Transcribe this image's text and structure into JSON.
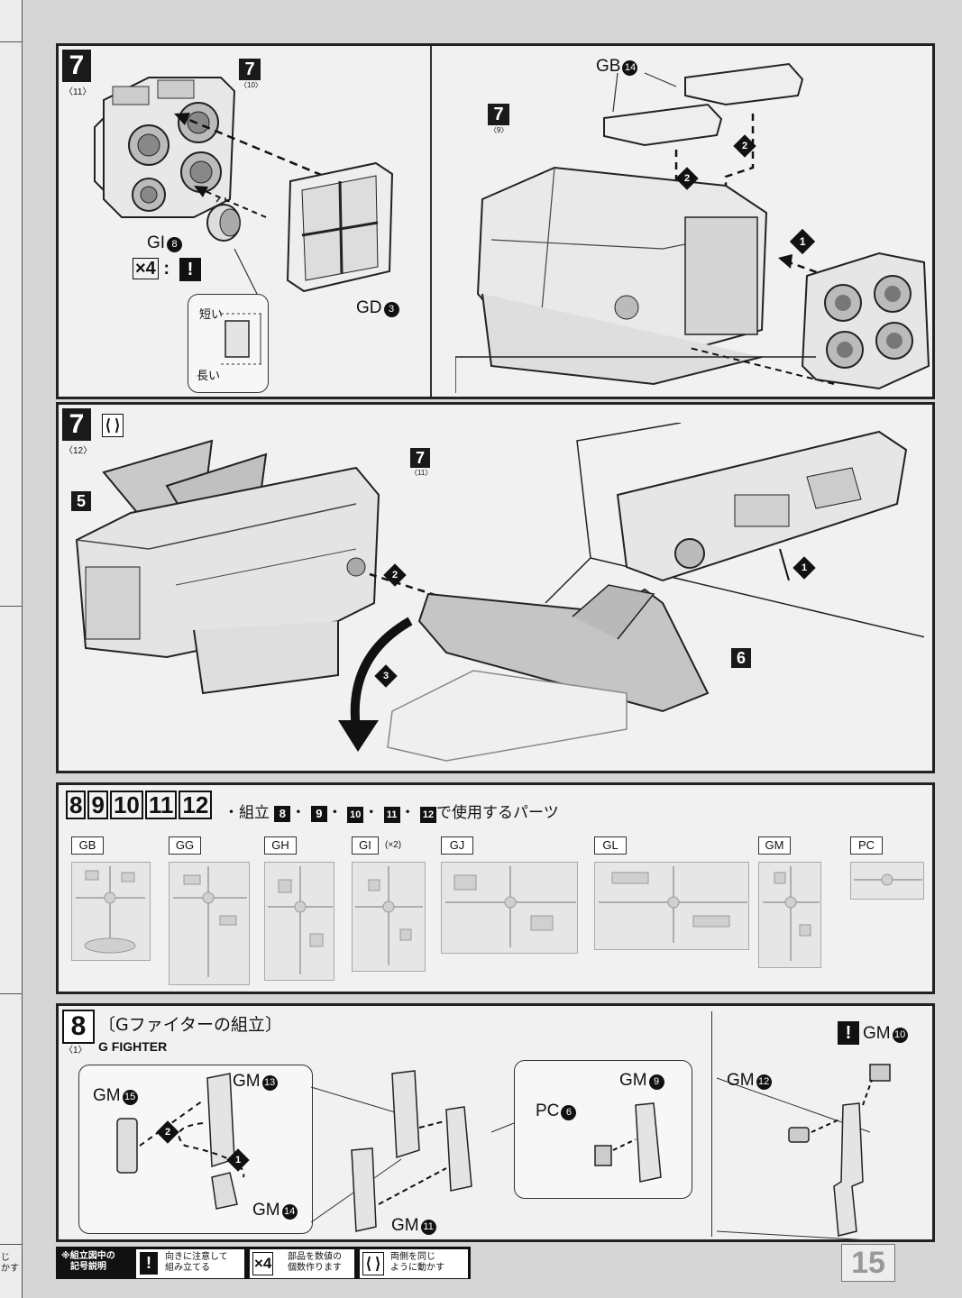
{
  "page_number": "15",
  "left_strip": {
    "bottom_text_1": "じ",
    "bottom_text_2": "かす"
  },
  "step7_sub11": {
    "step": "7",
    "sub": "〈11〉",
    "ref_step": "7",
    "ref_sub": "〈10〉",
    "part_gi": "GI",
    "part_gi_num": "8",
    "times": "×4",
    "colon": ":",
    "caution": "!",
    "short_label": "短い",
    "long_label": "長い",
    "part_gd": "GD",
    "part_gd_num": "3"
  },
  "step7_sub11_right": {
    "ref_step": "7",
    "ref_sub": "〈9〉",
    "part_gb": "GB",
    "part_gb_num": "14",
    "arrow1": "1",
    "arrow2a": "2",
    "arrow2b": "2"
  },
  "step7_sub12": {
    "step": "7",
    "sub": "〈12〉",
    "ref5": "5",
    "ref6": "6",
    "ref7": "7",
    "ref7_sub": "〈11〉",
    "arrow1": "1",
    "arrow2": "2",
    "arrow3": "3"
  },
  "parts_section": {
    "steps": [
      "8",
      "9",
      "10",
      "11",
      "12"
    ],
    "usage_prefix": "・組立",
    "usage_sep": "・",
    "usage_suffix": "で使用するパーツ",
    "runners": [
      {
        "name": "GB",
        "extra": ""
      },
      {
        "name": "GG",
        "extra": ""
      },
      {
        "name": "GH",
        "extra": ""
      },
      {
        "name": "GI",
        "extra": "(×2)"
      },
      {
        "name": "GJ",
        "extra": ""
      },
      {
        "name": "GL",
        "extra": ""
      },
      {
        "name": "GM",
        "extra": ""
      },
      {
        "name": "PC",
        "extra": ""
      }
    ]
  },
  "step8": {
    "step": "8",
    "title": "〔Gファイターの組立〕",
    "sub": "〈1〉",
    "subtitle": "G FIGHTER",
    "gm15": "GM",
    "gm15_num": "15",
    "gm13": "GM",
    "gm13_num": "13",
    "gm14": "GM",
    "gm14_num": "14",
    "gm11": "GM",
    "gm11_num": "11",
    "gm9": "GM",
    "gm9_num": "9",
    "pc6": "PC",
    "pc6_num": "6",
    "gm12": "GM",
    "gm12_num": "12",
    "gm10": "GM",
    "gm10_num": "10",
    "caution": "!",
    "arrow1": "1",
    "arrow2": "2"
  },
  "legend": {
    "head_1": "※組立図中の",
    "head_2": "記号説明",
    "caution_symbol": "!",
    "caution_1": "向きに注意して",
    "caution_2": "組み立てる",
    "times_symbol": "×4",
    "times_1": "部品を数値の",
    "times_2": "個数作ります",
    "both_1": "両側を同じ",
    "both_2": "ように動かす"
  }
}
